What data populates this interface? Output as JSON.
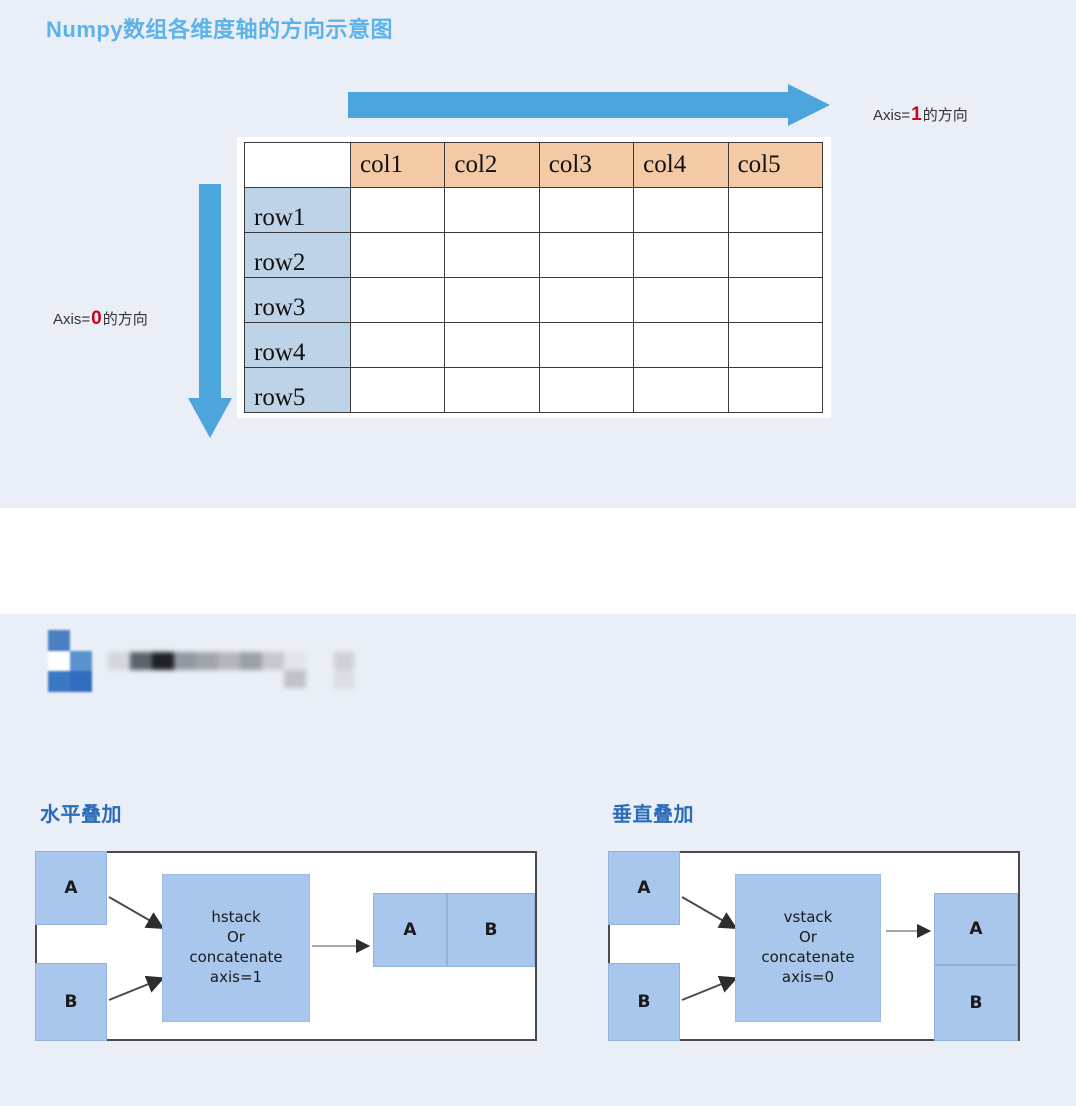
{
  "axis_panel": {
    "title": "Numpy数组各维度轴的方向示意图",
    "arrow_color": "#4da5dd",
    "axis1": {
      "prefix": "Axis=",
      "value": "1",
      "suffix": "的方向",
      "value_color": "#d0021b",
      "arrow_icon": "right-arrow-icon"
    },
    "axis0": {
      "prefix": "Axis=",
      "value": "0",
      "suffix": "的方向",
      "value_color": "#d0021b",
      "arrow_icon": "down-arrow-icon"
    },
    "table": {
      "corner": "",
      "header_bg": "#f4c9a6",
      "rowhead_bg": "#bed2e8",
      "columns": [
        "col1",
        "col2",
        "col3",
        "col4",
        "col5"
      ],
      "rows": [
        "row1",
        "row2",
        "row3",
        "row4",
        "row5"
      ],
      "cells": [
        [
          "",
          "",
          "",
          "",
          ""
        ],
        [
          "",
          "",
          "",
          "",
          ""
        ],
        [
          "",
          "",
          "",
          "",
          ""
        ],
        [
          "",
          "",
          "",
          "",
          ""
        ],
        [
          "",
          "",
          "",
          "",
          ""
        ]
      ]
    }
  },
  "stack_panel": {
    "brand": {
      "logo_icon": "blurred-square-logo-icon",
      "logo_colors": [
        "#4a7fc1",
        "#ffffff",
        "#5c91d0",
        "#3b78c4",
        "#2f6cbd"
      ],
      "masked_text_icon": "blurred-text-redaction"
    },
    "hstack": {
      "heading": "水平叠加",
      "input_a": "A",
      "input_b": "B",
      "operation_lines": [
        "hstack",
        "Or",
        "concatenate",
        "axis=1"
      ],
      "result": [
        "A",
        "B"
      ],
      "result_orientation": "horizontal",
      "box_color": "#a9c7ec"
    },
    "vstack": {
      "heading": "垂直叠加",
      "input_a": "A",
      "input_b": "B",
      "operation_lines": [
        "vstack",
        "Or",
        "concatenate",
        "axis=0"
      ],
      "result": [
        "A",
        "B"
      ],
      "result_orientation": "vertical",
      "box_color": "#a9c7ec"
    }
  }
}
